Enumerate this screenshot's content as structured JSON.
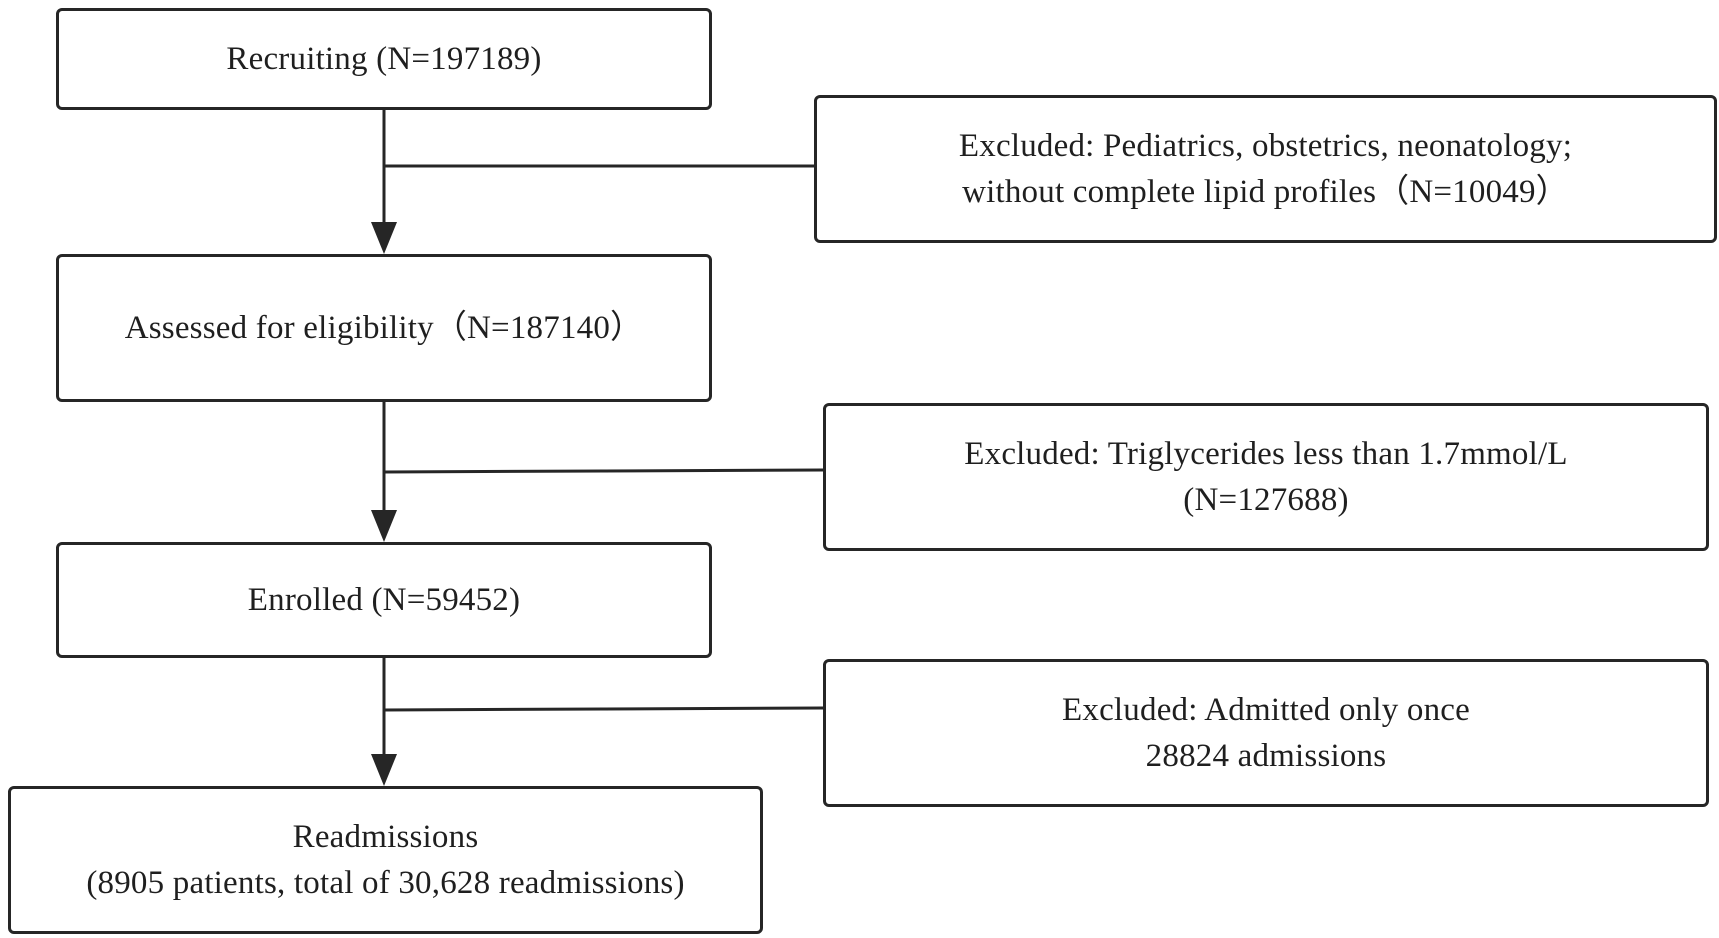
{
  "flowchart": {
    "recruiting": "Recruiting (N=197189)",
    "assessed": "Assessed for eligibility（N=187140）",
    "enrolled": "Enrolled (N=59452)",
    "readmissions": {
      "line1": "Readmissions",
      "line2": "(8905 patients, total of 30,628 readmissions)"
    },
    "exclusion_1": {
      "line1": "Excluded: Pediatrics, obstetrics, neonatology;",
      "line2": "without complete lipid profiles（N=10049）"
    },
    "exclusion_2": {
      "line1": "Excluded: Triglycerides less than 1.7mmol/L",
      "line2": "(N=127688)"
    },
    "exclusion_3": {
      "line1": "Excluded: Admitted only once",
      "line2": "28824 admissions"
    }
  }
}
